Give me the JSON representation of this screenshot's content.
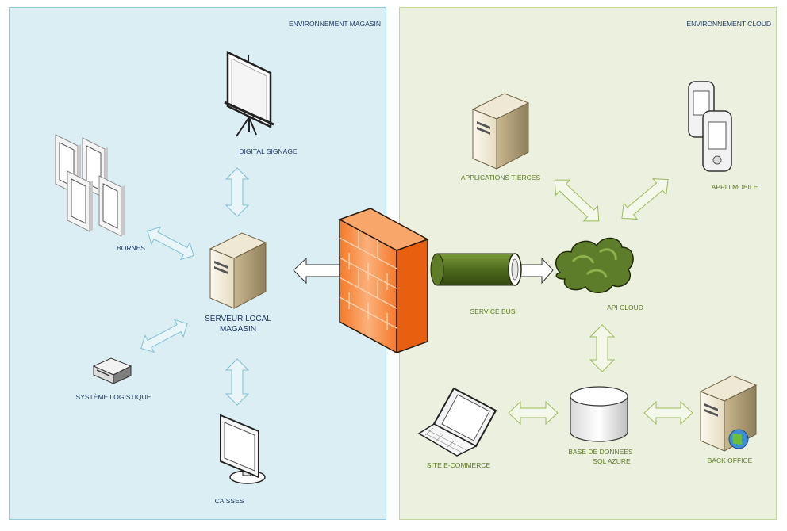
{
  "zones": {
    "store": "ENVIRONNEMENT MAGASIN",
    "cloud": "ENVIRONNEMENT CLOUD"
  },
  "labels": {
    "digital_signage": "DIGITAL SIGNAGE",
    "bornes": "BORNES",
    "serveur_1": "SERVEUR LOCAL",
    "serveur_2": "MAGASIN",
    "logistique": "SYSTÈME LOGISTIQUE",
    "caisses": "CAISSES",
    "applications": "APPLICATIONS TIERCES",
    "appli_mobile": "APPLI MOBILE",
    "service_bus": "SERVICE BUS",
    "api_cloud": "API CLOUD",
    "site_ecommerce": "SITE E-COMMERCE",
    "bdd_1": "BASE DE DONNEES",
    "bdd_2": "SQL AZURE",
    "back_office": "BACK OFFICE"
  },
  "colors": {
    "store_zone": "#daeef3",
    "cloud_zone": "#ebf1de",
    "firewall": "#f07828",
    "cloud_arrow": "#c3d69b",
    "store_arrow": "#b7dde8",
    "service_bus": "#4e6b1d"
  }
}
